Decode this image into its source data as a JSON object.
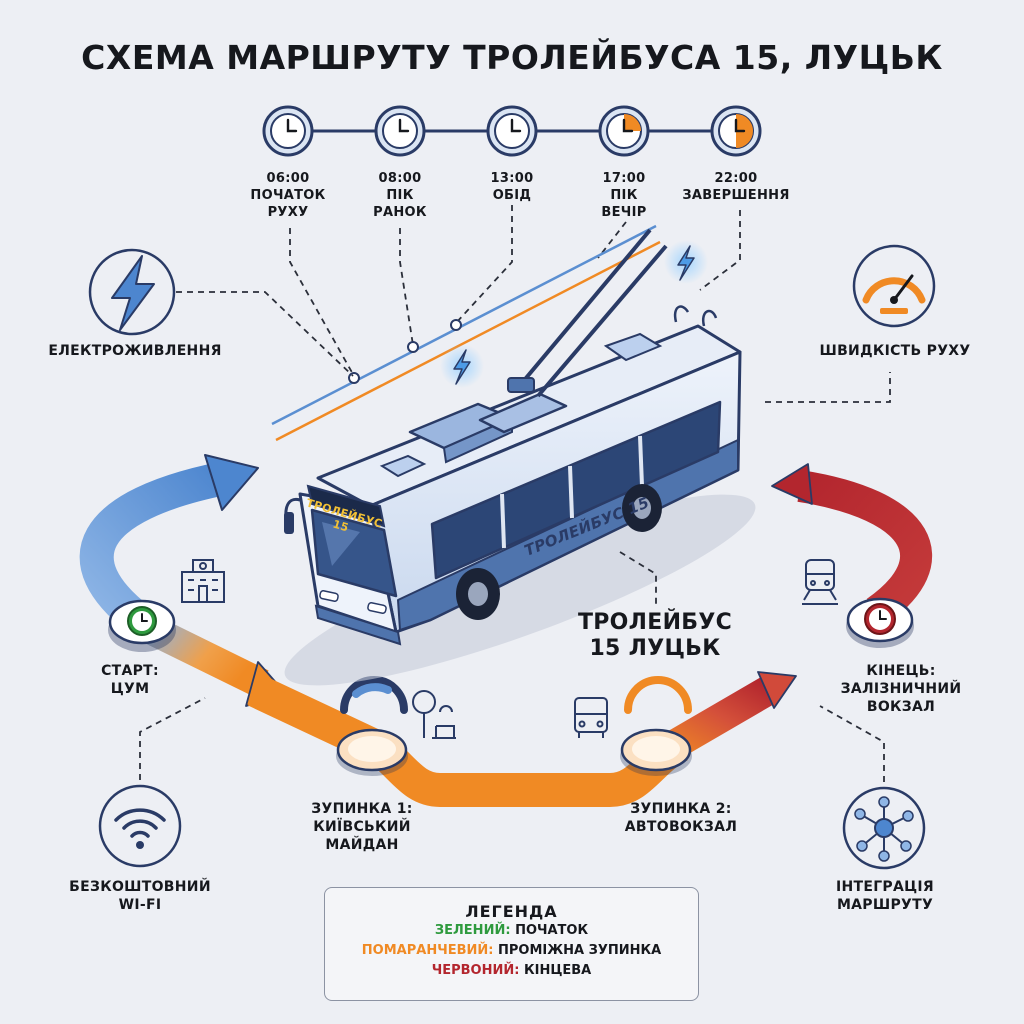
{
  "title": "СХЕМА МАРШРУТУ ТРОЛЕЙБУСА 15, ЛУЦЬК",
  "timeline": [
    {
      "time": "06:00",
      "label_1": "ПОЧАТОК",
      "label_2": "РУХУ"
    },
    {
      "time": "08:00",
      "label_1": "ПІК",
      "label_2": "РАНОК"
    },
    {
      "time": "13:00",
      "label_1": "ОБІД",
      "label_2": ""
    },
    {
      "time": "17:00",
      "label_1": "ПІК",
      "label_2": "ВЕЧІР"
    },
    {
      "time": "22:00",
      "label_1": "ЗАВЕРШЕННЯ",
      "label_2": ""
    }
  ],
  "features": {
    "power": "ЕЛЕКТРОЖИВЛЕННЯ",
    "speed": "ШВИДКІСТЬ РУХУ",
    "wifi_1": "БЕЗКОШТОВНИЙ",
    "wifi_2": "WI-FI",
    "integration_1": "ІНТЕГРАЦІЯ",
    "integration_2": "МАРШРУТУ"
  },
  "stops": {
    "start_1": "СТАРТ:",
    "start_2": "ЦУМ",
    "stop1_1": "ЗУПИНКА 1:",
    "stop1_2": "КИЇВСЬКИЙ",
    "stop1_3": "МАЙДАН",
    "stop2_1": "ЗУПИНКА 2:",
    "stop2_2": "АВТОВОКЗАЛ",
    "end_1": "КІНЕЦЬ:",
    "end_2": "ЗАЛІЗНИЧНИЙ",
    "end_3": "ВОКЗАЛ"
  },
  "vehicle": {
    "destination_sign": "ТРОЛЕЙБУС 15",
    "side_text": "ТРОЛЕЙБУС 15",
    "caption_1": "ТРОЛЕЙБУС",
    "caption_2": "15 ЛУЦЬК"
  },
  "legend": {
    "title": "ЛЕГЕНДА",
    "green_key": "ЗЕЛЕНИЙ:",
    "green_val": "ПОЧАТОК",
    "orange_key": "ПОМАРАНЧЕВИЙ:",
    "orange_val": "ПРОМІЖНА ЗУПИНКА",
    "red_key": "ЧЕРВОНИЙ:",
    "red_val": "КІНЦЕВА"
  },
  "colors": {
    "start": "#2e9a3e",
    "stop": "#f08a24",
    "end": "#b3262e",
    "route_blue": "#5b8fd1",
    "navy": "#2a3b66"
  },
  "icons": [
    "clock-icon",
    "lightning-icon",
    "speedometer-icon",
    "wifi-icon",
    "network-icon",
    "building-icon",
    "park-icon",
    "bus-icon",
    "train-icon"
  ]
}
